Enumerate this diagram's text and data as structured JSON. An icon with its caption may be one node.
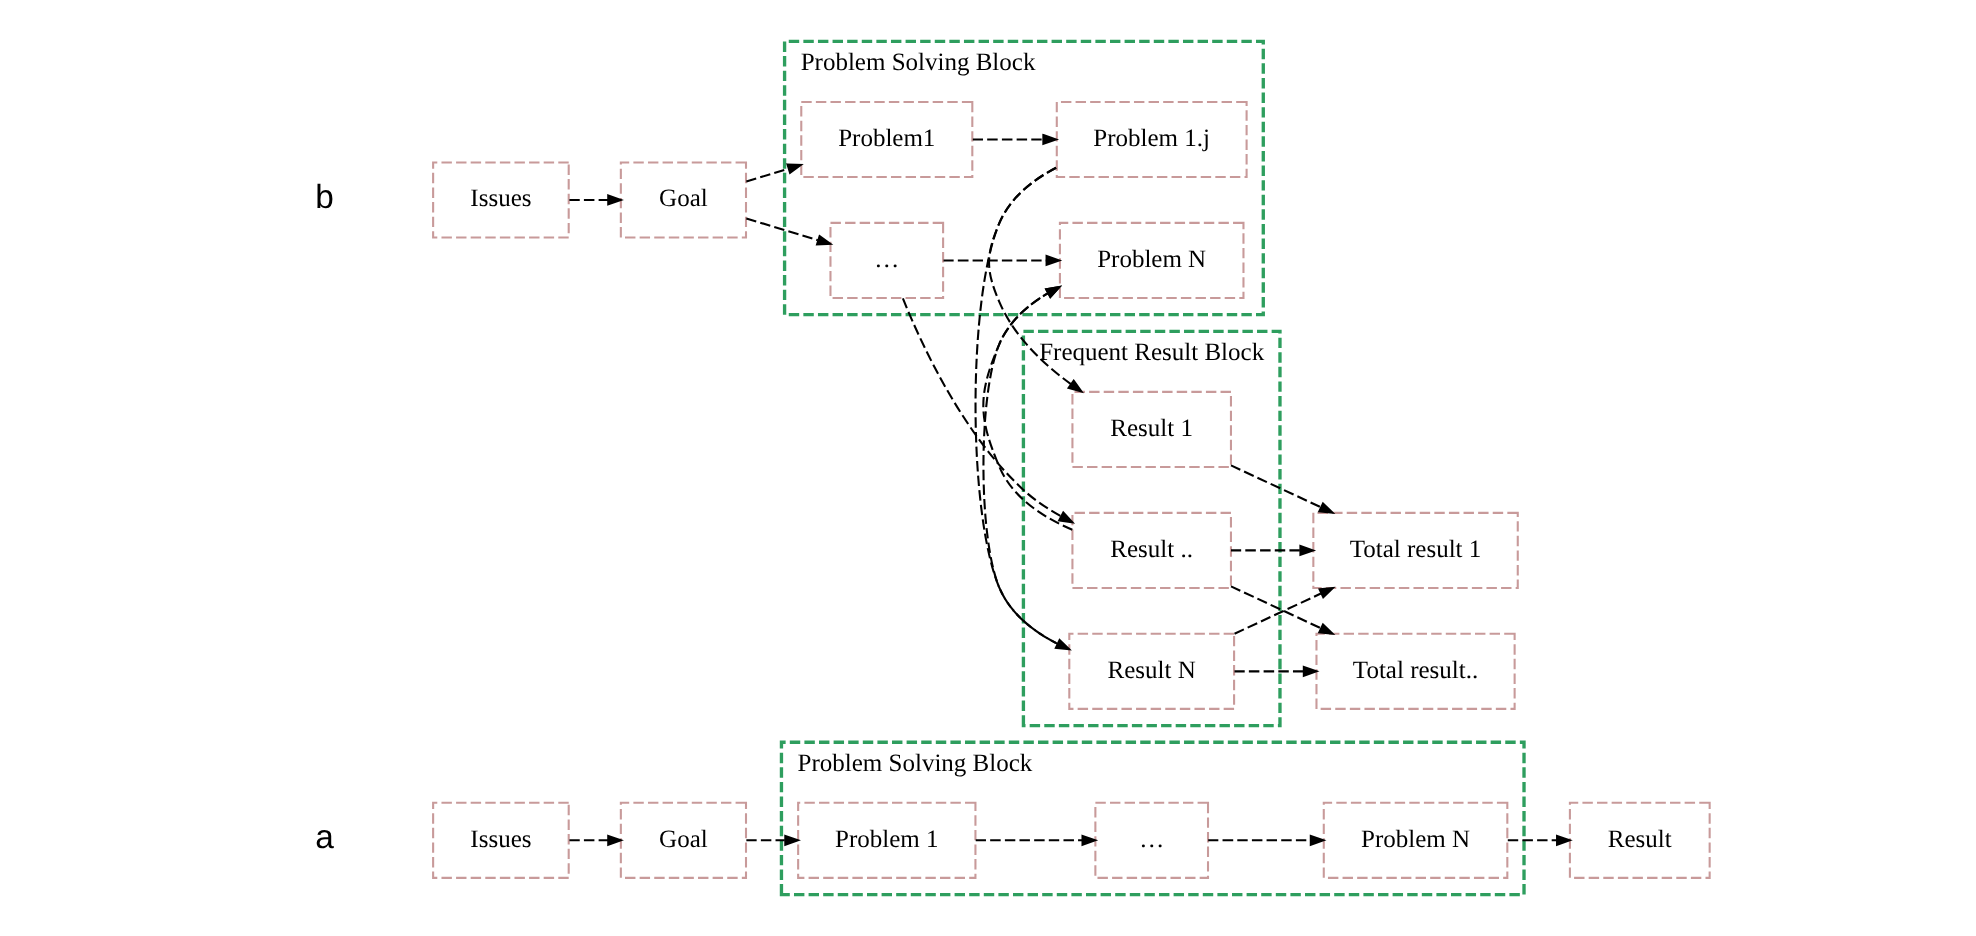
{
  "diagram": {
    "nodes": [
      {
        "text": [
          "Issues"
        ]
      },
      {
        "text": [
          "Goal"
        ]
      },
      {
        "text": [
          "Problem Solving Block"
        ]
      },
      {
        "text": [
          "Problem 1"
        ],
        "in": 2
      },
      {
        "text": [
          "…"
        ],
        "in": 2
      },
      {
        "text": [
          "Problem N"
        ],
        "in": 2
      },
      {
        "text": [
          "Result"
        ]
      },
      {
        "text": [
          "Issues"
        ]
      },
      {
        "text": [
          "Goal"
        ]
      },
      {
        "text": [
          "Problem Solving Block"
        ]
      },
      {
        "text": [
          "Problem1"
        ],
        "in": 9
      },
      {
        "text": [
          "Problem 1.j"
        ],
        "in": 9
      },
      {
        "text": [
          "…"
        ],
        "in": 9
      },
      {
        "text": [
          "Problem N"
        ],
        "in": 9
      },
      {
        "text": [
          "Frequent Result Block"
        ]
      },
      {
        "text": [
          "Result 1"
        ],
        "in": 14
      },
      {
        "text": [
          "Result .."
        ],
        "in": 14
      },
      {
        "text": [
          "Result N"
        ],
        "in": 14
      },
      {
        "text": [
          "Total result 1"
        ]
      },
      {
        "text": [
          "Total result.."
        ]
      }
    ],
    "edges": [
      {
        "from": 0,
        "to": 1,
        "arrow": "to",
        "style": "dashed"
      },
      {
        "from": 1,
        "to": 3,
        "arrow": "to",
        "style": "dashed"
      },
      {
        "from": 3,
        "to": 4,
        "arrow": "to",
        "style": "dashed"
      },
      {
        "from": 4,
        "to": 5,
        "arrow": "to",
        "style": "dashed"
      },
      {
        "from": 5,
        "to": 6,
        "arrow": "to",
        "style": "dashed"
      },
      {
        "from": 7,
        "to": 8,
        "arrow": "to",
        "style": "dashed"
      },
      {
        "from": 8,
        "to": 10,
        "arrow": "to",
        "style": "dashed"
      },
      {
        "from": 8,
        "to": 12,
        "arrow": "to",
        "style": "dashed"
      },
      {
        "from": 10,
        "to": 11,
        "arrow": "to",
        "style": "dashed"
      },
      {
        "from": 11,
        "to": 15,
        "arrow": "to",
        "style": "dashed"
      },
      {
        "from": 11,
        "to": 17,
        "arrow": "to",
        "style": "dashed"
      },
      {
        "from": 12,
        "to": 16,
        "arrow": "to",
        "style": "dashed"
      },
      {
        "from": 12,
        "to": 13,
        "arrow": "to",
        "style": "dashed"
      },
      {
        "from": 16,
        "to": 13,
        "arrow": "to",
        "style": "dashed"
      },
      {
        "from": 17,
        "to": 13,
        "arrow": "to",
        "style": "dashed"
      },
      {
        "from": 15,
        "to": 18,
        "arrow": "to",
        "style": "dashed"
      },
      {
        "from": 16,
        "to": 18,
        "arrow": "to",
        "style": "dashed"
      },
      {
        "from": 17,
        "to": 18,
        "arrow": "to",
        "style": "dashed"
      },
      {
        "from": 16,
        "to": 19,
        "arrow": "to",
        "style": "dashed"
      },
      {
        "from": 17,
        "to": 19,
        "arrow": "to",
        "style": "dashed"
      }
    ],
    "labels": [
      "a",
      "b"
    ]
  }
}
